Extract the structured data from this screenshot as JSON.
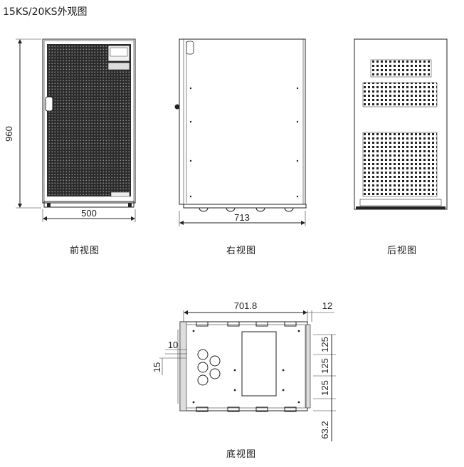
{
  "title": "15KS/20KS外观图",
  "views": {
    "front": {
      "caption": "前视图",
      "height_dim": "960",
      "width_dim": "500"
    },
    "right": {
      "caption": "右视图",
      "width_dim": "713"
    },
    "rear": {
      "caption": "后视图"
    },
    "bottom": {
      "caption": "底视图",
      "dims": {
        "top_width": "701.8",
        "edge": "12",
        "hole_offset": "10",
        "hole_gap": "15",
        "pitch_1": "125",
        "pitch_2": "125",
        "pitch_3": "125",
        "bottom_offset": "63.2"
      }
    }
  },
  "colors": {
    "line": "#222222",
    "panel_dark": "#1e1e1e"
  }
}
